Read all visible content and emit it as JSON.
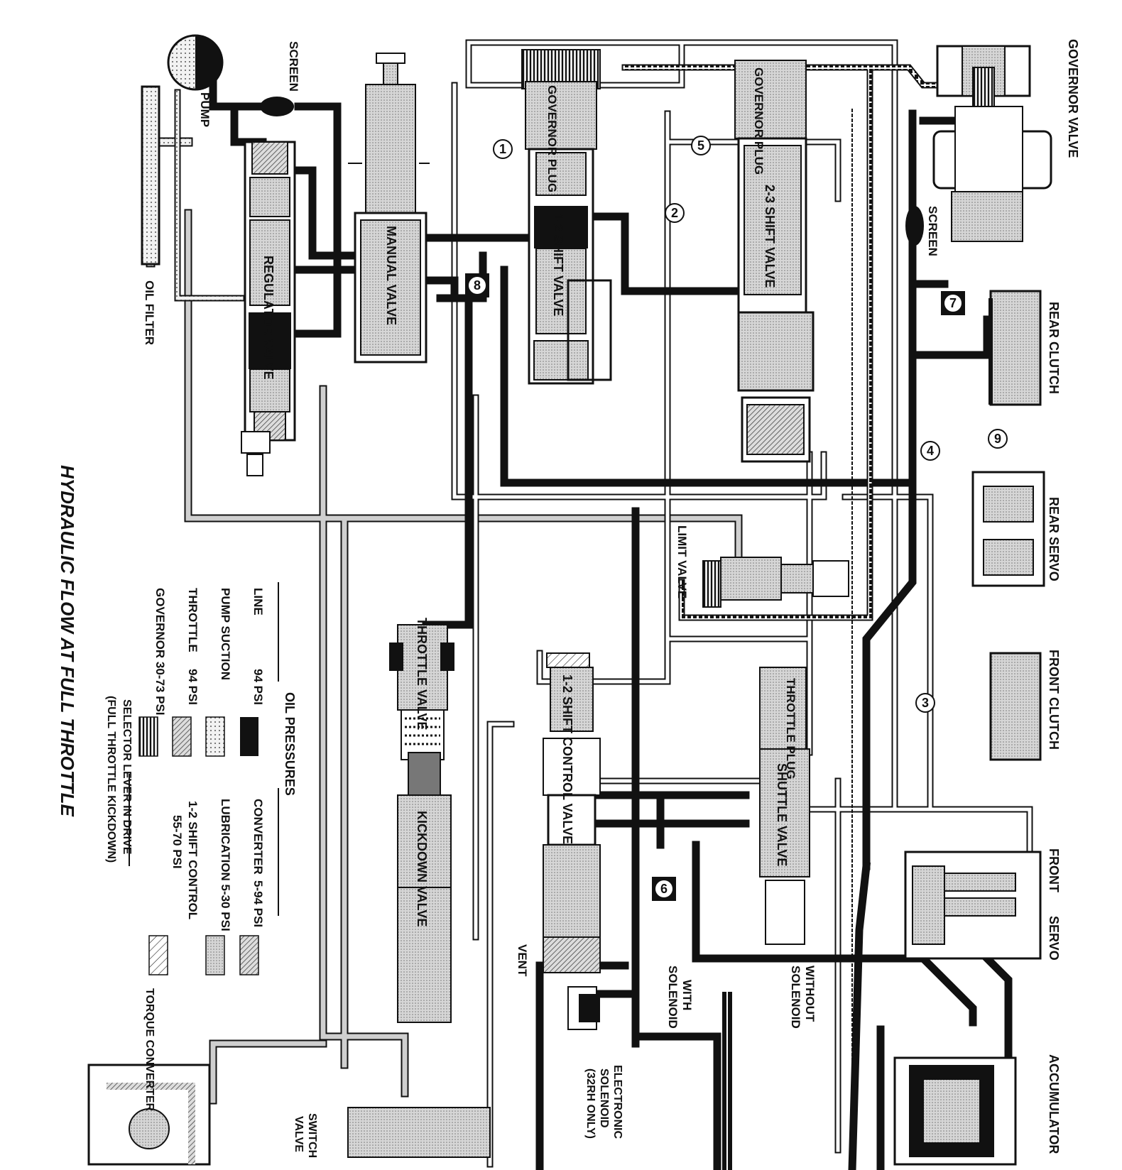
{
  "title": "HYDRAULIC FLOW AT FULL THROTTLE",
  "components": {
    "pump": "PUMP",
    "screen_pump": "SCREEN",
    "oil_filter": "OIL FILTER",
    "regulator_valve": "REGULATOR VALVE",
    "manual_valve": "MANUAL VALVE",
    "governor_plug_1": "GOVERNOR PLUG",
    "governor_plug_2": "GOVERNOR PLUG",
    "shift_valve_12": "1-2 SHIFT VALVE",
    "shift_valve_23": "2-3 SHIFT VALVE",
    "governor_valve": "GOVERNOR VALVE",
    "screen_governor": "SCREEN",
    "rear_clutch": "REAR CLUTCH",
    "rear_servo": "REAR SERVO",
    "limit_valve": "LIMIT VALVE",
    "front_clutch": "FRONT CLUTCH",
    "throttle_valve": "THROTTLE VALVE",
    "kickdown_valve": "KICKDOWN VALVE",
    "shift_control_valve": "1-2 SHIFT CONTROL VALVE",
    "throttle_plug": "THROTTLE PLUG",
    "shuttle_valve": "SHUTTLE VALVE",
    "front_servo_1": "FRONT",
    "front_servo_2": "SERVO",
    "accumulator": "ACCUMULATOR",
    "vent": "VENT",
    "with_solenoid_1": "WITH",
    "with_solenoid_2": "SOLENOID",
    "without_solenoid_1": "WITHOUT",
    "without_solenoid_2": "SOLENOID",
    "electronic_solenoid_1": "ELECTRONIC",
    "electronic_solenoid_2": "SOLENOID",
    "electronic_solenoid_3": "(32RH ONLY)",
    "switch_valve_1": "SWITCH",
    "switch_valve_2": "VALVE",
    "torque_converter": "TORQUE CONVERTER"
  },
  "check_balls": [
    "1",
    "2",
    "3",
    "4",
    "5",
    "6",
    "7",
    "8",
    "9"
  ],
  "legend": {
    "heading": "OIL PRESSURES",
    "items": [
      {
        "name": "LINE",
        "value": "94 PSI"
      },
      {
        "name": "PUMP SUCTION",
        "value": ""
      },
      {
        "name": "THROTTLE",
        "value": "94 PSI"
      },
      {
        "name": "GOVERNOR 30-73 PSI",
        "value": ""
      },
      {
        "name": "CONVERTER",
        "value": "5-94 PSI"
      },
      {
        "name": "LUBRICATION 5-30 PSI",
        "value": ""
      },
      {
        "name": "1-2 SHIFT CONTROL",
        "value": "55-70 PSI"
      }
    ],
    "note_1": "SELECTOR LEVER IN DRIVE",
    "note_2": "(FULL THROTTLE KICKDOWN)"
  },
  "colors": {
    "line": "#111111",
    "pump_suction": "#f4f4f4",
    "throttle": "#9a9a9a",
    "governor": "#333333",
    "converter": "#777777",
    "lubrication": "#dcdcdc",
    "shift_control": "#ffffff"
  }
}
